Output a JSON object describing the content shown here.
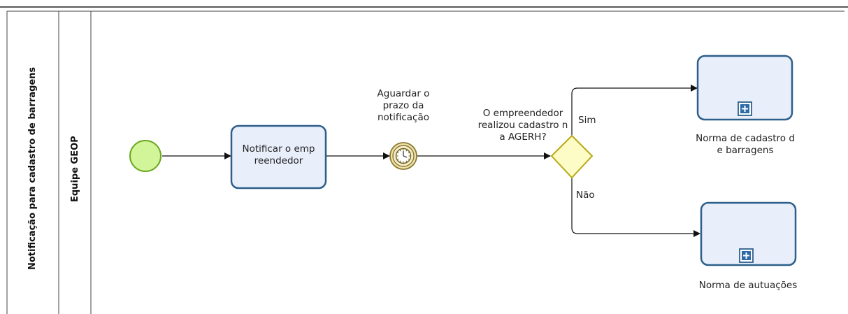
{
  "pool": {
    "title": "Notificação para cadastro de barragens"
  },
  "lane": {
    "title": "Equipe GEOP"
  },
  "nodes": {
    "start_event": {
      "type": "start-event"
    },
    "task_notify": {
      "label": "Notificar o empreendedor"
    },
    "timer_event": {
      "label": "Aguardar o prazo da notificação"
    },
    "gateway": {
      "label": "O empreendedor realizou cadastro na AGERH?"
    },
    "subprocess_register": {
      "label": "Norma de cadastro de barragens"
    },
    "subprocess_penalties": {
      "label": "Norma de autuações"
    }
  },
  "flows": {
    "yes": {
      "label": "Sim"
    },
    "no": {
      "label": "Não"
    }
  },
  "colors": {
    "task_fill": "#e8eefa",
    "task_stroke": "#2d5f8a",
    "start_fill": "#d3f59a",
    "start_stroke": "#6aa820",
    "gateway_fill": "#fdfcc6",
    "gateway_stroke": "#b8a816",
    "timer_stroke": "#8c7a30"
  }
}
